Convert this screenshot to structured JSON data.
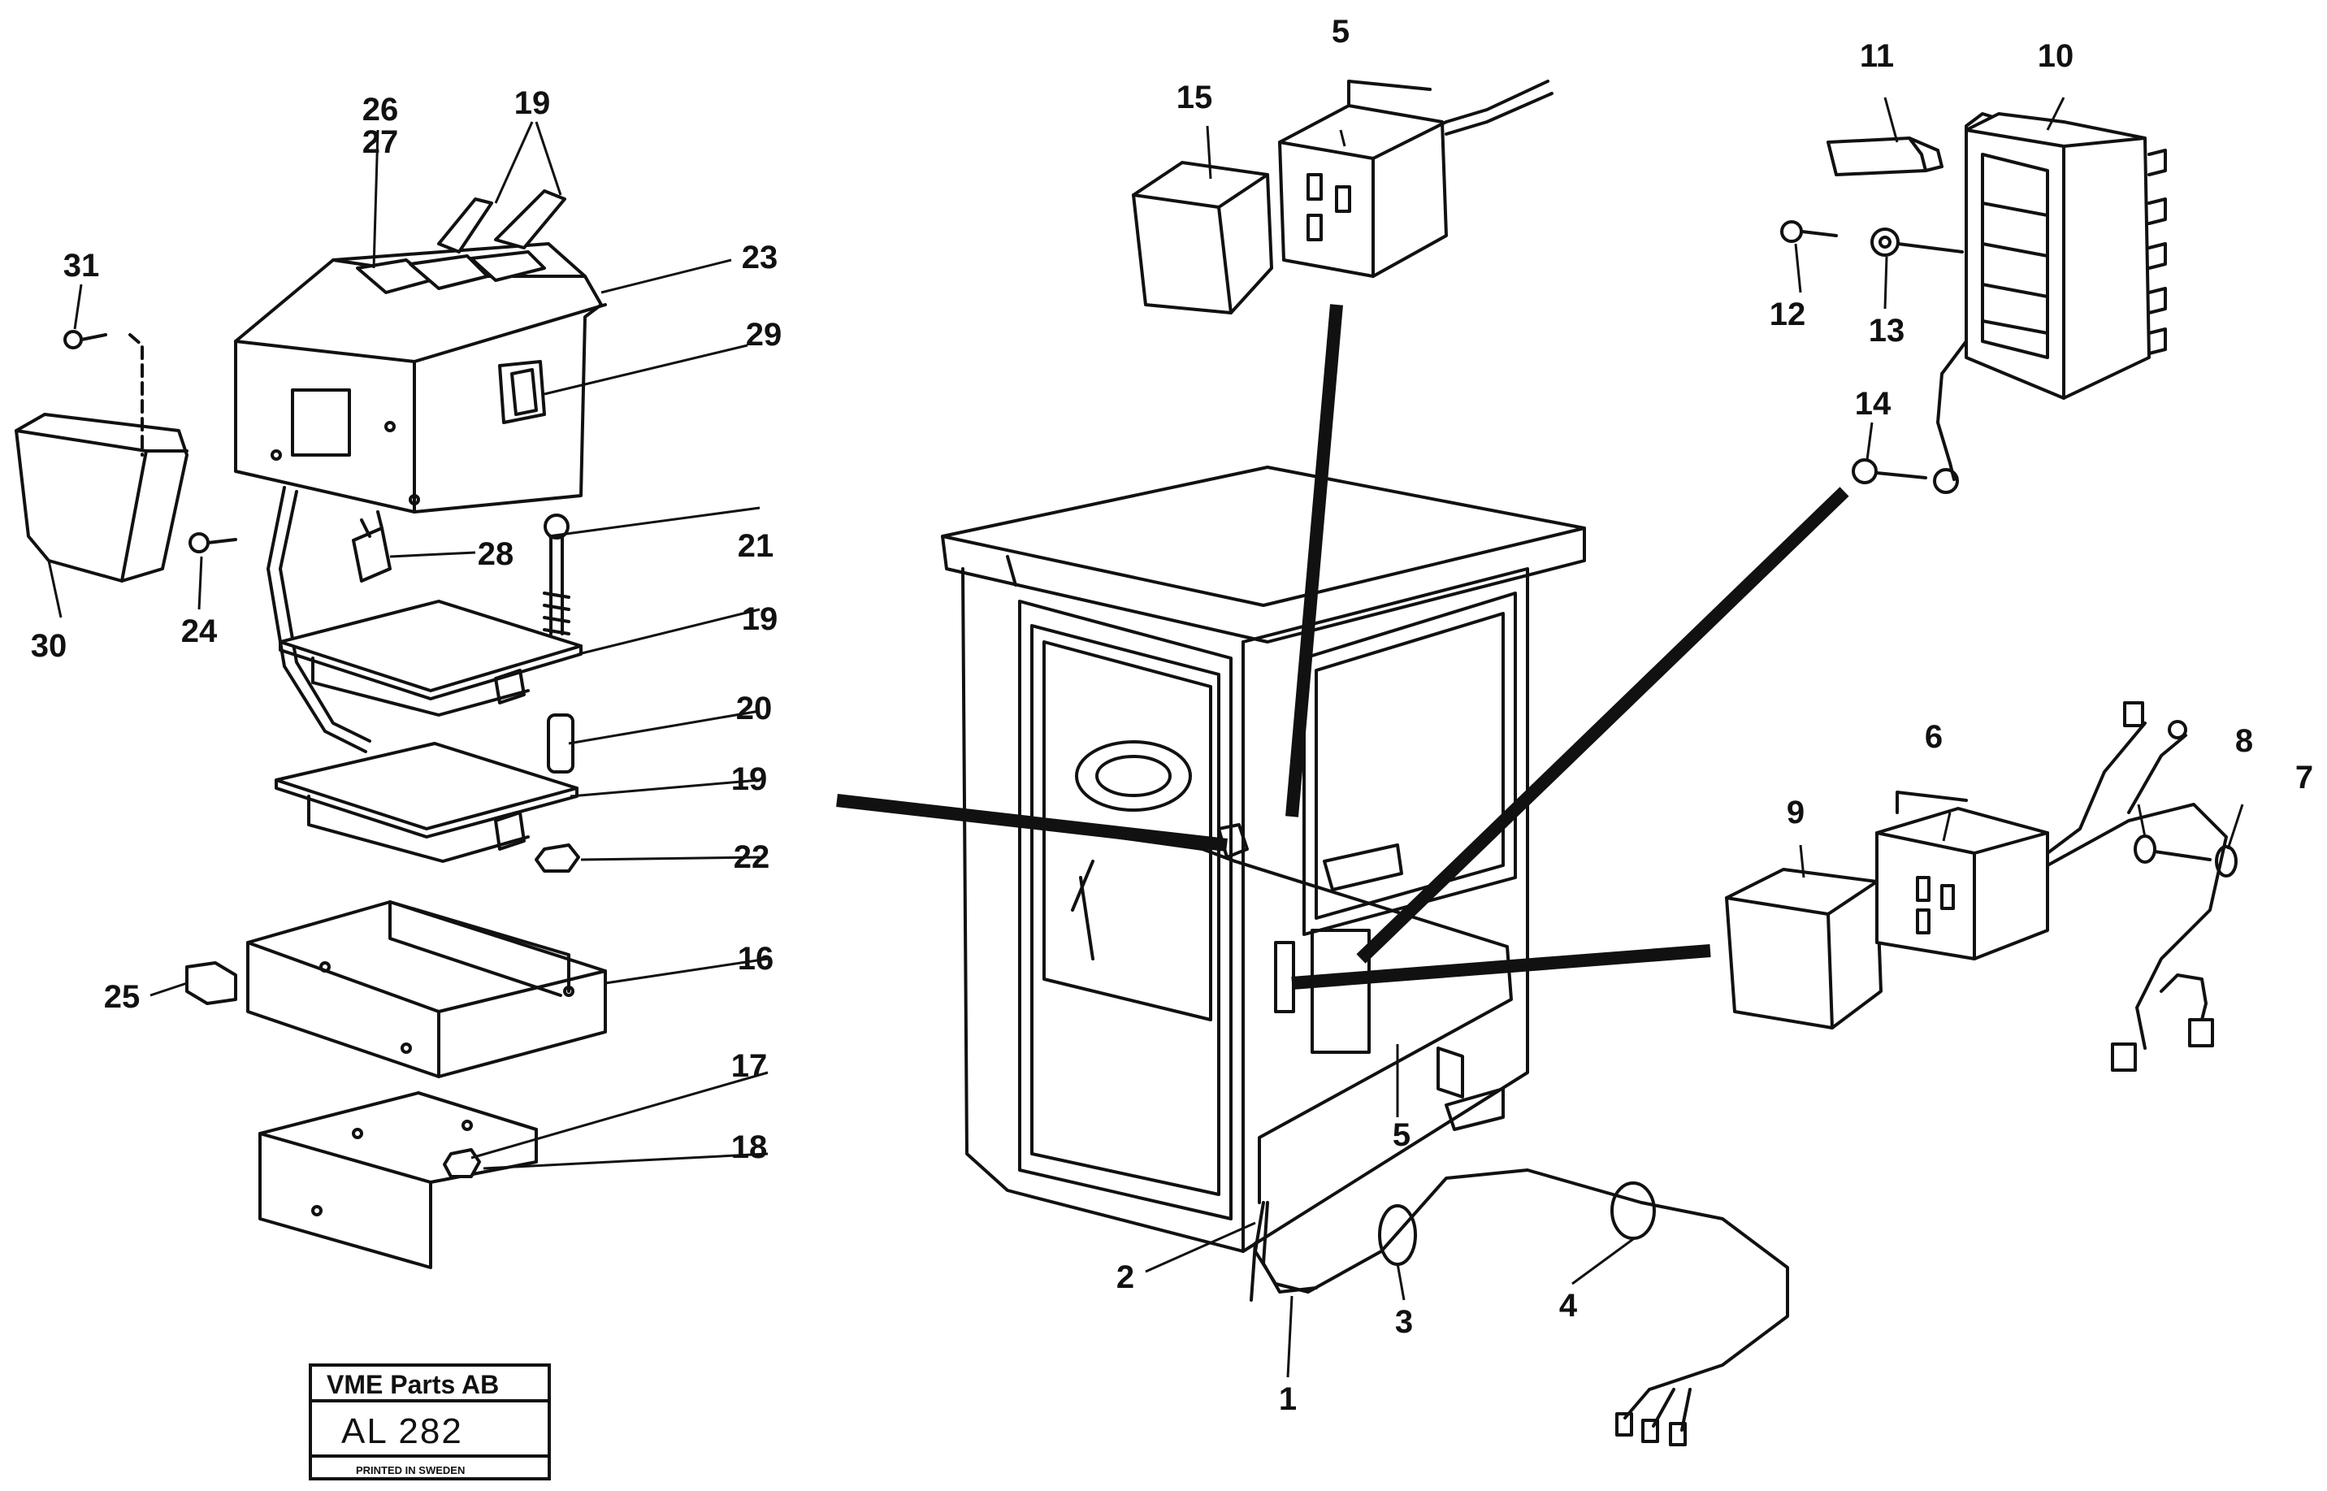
{
  "callouts": {
    "c1": "1",
    "c2": "2",
    "c3": "3",
    "c4": "4",
    "c5a": "5",
    "c5b": "5",
    "c6": "6",
    "c7": "7",
    "c8": "8",
    "c9": "9",
    "c10": "10",
    "c11": "11",
    "c12": "12",
    "c13": "13",
    "c14": "14",
    "c15": "15",
    "c16": "16",
    "c17": "17",
    "c18": "18",
    "c19a": "19",
    "c19b": "19",
    "c19c": "19",
    "c20": "20",
    "c21": "21",
    "c22": "22",
    "c23": "23",
    "c24": "24",
    "c25": "25",
    "c26": "26",
    "c27": "27",
    "c28": "28",
    "c29": "29",
    "c30": "30",
    "c31": "31"
  },
  "title_block": {
    "company": "VME Parts AB",
    "code": "AL 282",
    "printed": "PRINTED IN SWEDEN"
  }
}
